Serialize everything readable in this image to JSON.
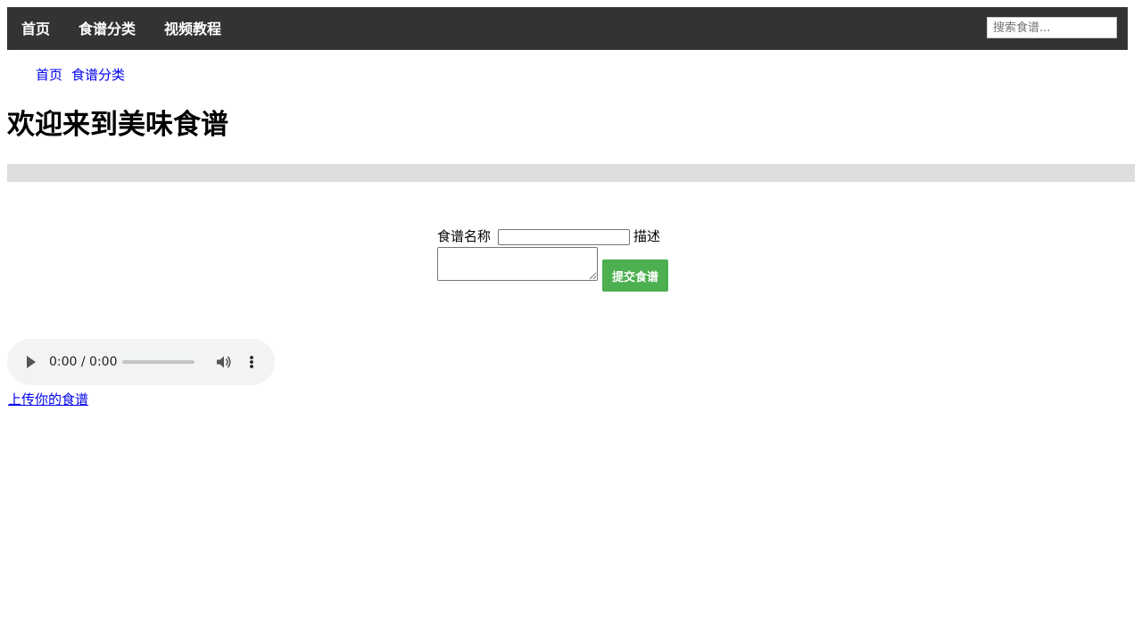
{
  "navbar": {
    "links": [
      {
        "label": "首页"
      },
      {
        "label": "食谱分类"
      },
      {
        "label": "视频教程"
      }
    ],
    "search": {
      "placeholder": "搜索食谱..."
    },
    "background_color": "#333333",
    "text_color": "#ffffff"
  },
  "breadcrumb": {
    "items": [
      {
        "label": "首页"
      },
      {
        "label": "食谱分类"
      }
    ],
    "link_color": "#0000ee"
  },
  "main": {
    "title": "欢迎来到美味食谱"
  },
  "recipe_form": {
    "name_label": "食谱名称",
    "name_value": "",
    "description_label": "描述",
    "description_value": "",
    "submit_label": "提交食谱",
    "submit_color": "#4caf50"
  },
  "audio_player": {
    "time_display": "0:00 / 0:00",
    "progress": 0,
    "icons": [
      "play-icon",
      "volume-icon",
      "more-options-icon"
    ]
  },
  "upload_link": {
    "label": "上传你的食谱"
  }
}
